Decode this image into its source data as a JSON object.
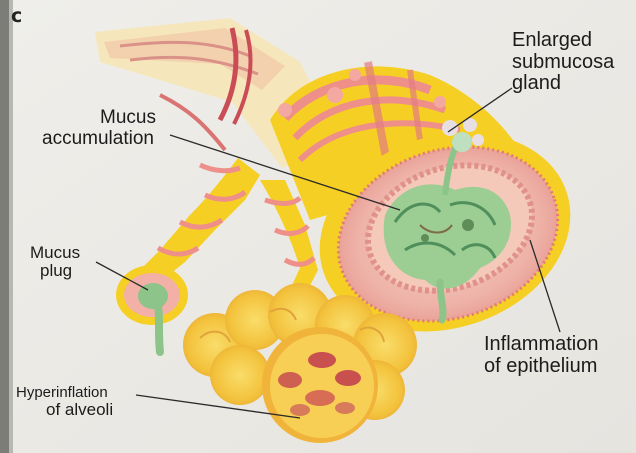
{
  "figure": {
    "panel_letter": "c",
    "labels": {
      "gland_line1": "Enlarged",
      "gland_line2": "submucosa",
      "gland_line3": "gland",
      "mucus_acc_line1": "Mucus",
      "mucus_acc_line2": "accumulation",
      "plug_line1": "Mucus",
      "plug_line2": "plug",
      "inflam_line1": "Inflammation",
      "inflam_line2": "of epithelium",
      "hyper_line1": "Hyperinflation",
      "hyper_line2": "of alveoli"
    },
    "colors": {
      "page": "#eeede9",
      "airway_yellow": "#f6cf24",
      "wall_pink": "#f0a6a0",
      "muscle_red": "#d0505a",
      "mucus_green": "#8cc48a",
      "alveoli": "#f4c74a"
    }
  }
}
